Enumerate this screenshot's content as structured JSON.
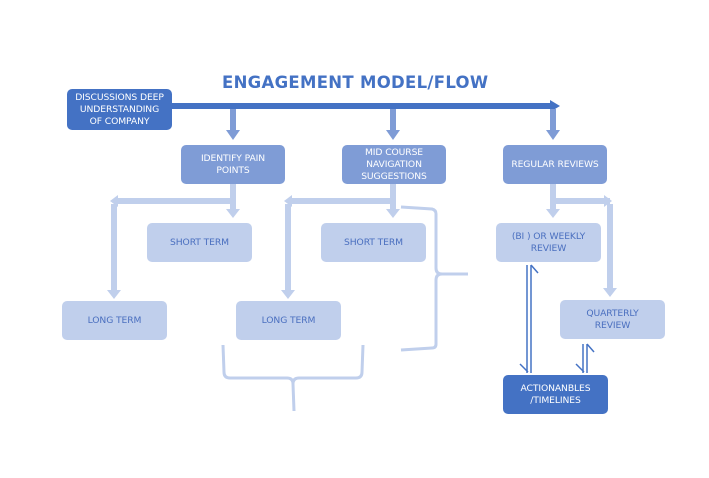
{
  "title": "ENGAGEMENT MODEL/FLOW",
  "colors": {
    "dark": "#4472C4",
    "mid": "#7F9CD6",
    "light": "#C0CFEC",
    "light_text": "#4A6FBF"
  },
  "nodes": {
    "discussions": "DISCUSSIONS DEEP\nUNDERSTANDING\nOF COMPANY",
    "identify_pain_points": "IDENTIFY PAIN\nPOINTS",
    "mid_course": "MID COURSE\nNAVIGATION\nSUGGESTIONS",
    "regular_reviews": "REGULAR REVIEWS",
    "short_term_1": "SHORT TERM",
    "long_term_1": "LONG TERM",
    "short_term_2": "SHORT TERM",
    "long_term_2": "LONG TERM",
    "weekly_review": "(BI ) OR WEEKLY\nREVIEW",
    "quarterly_review": "QUARTERLY\nREVIEW",
    "actionables": "ACTIONANBLES\n/TIMELINES"
  }
}
